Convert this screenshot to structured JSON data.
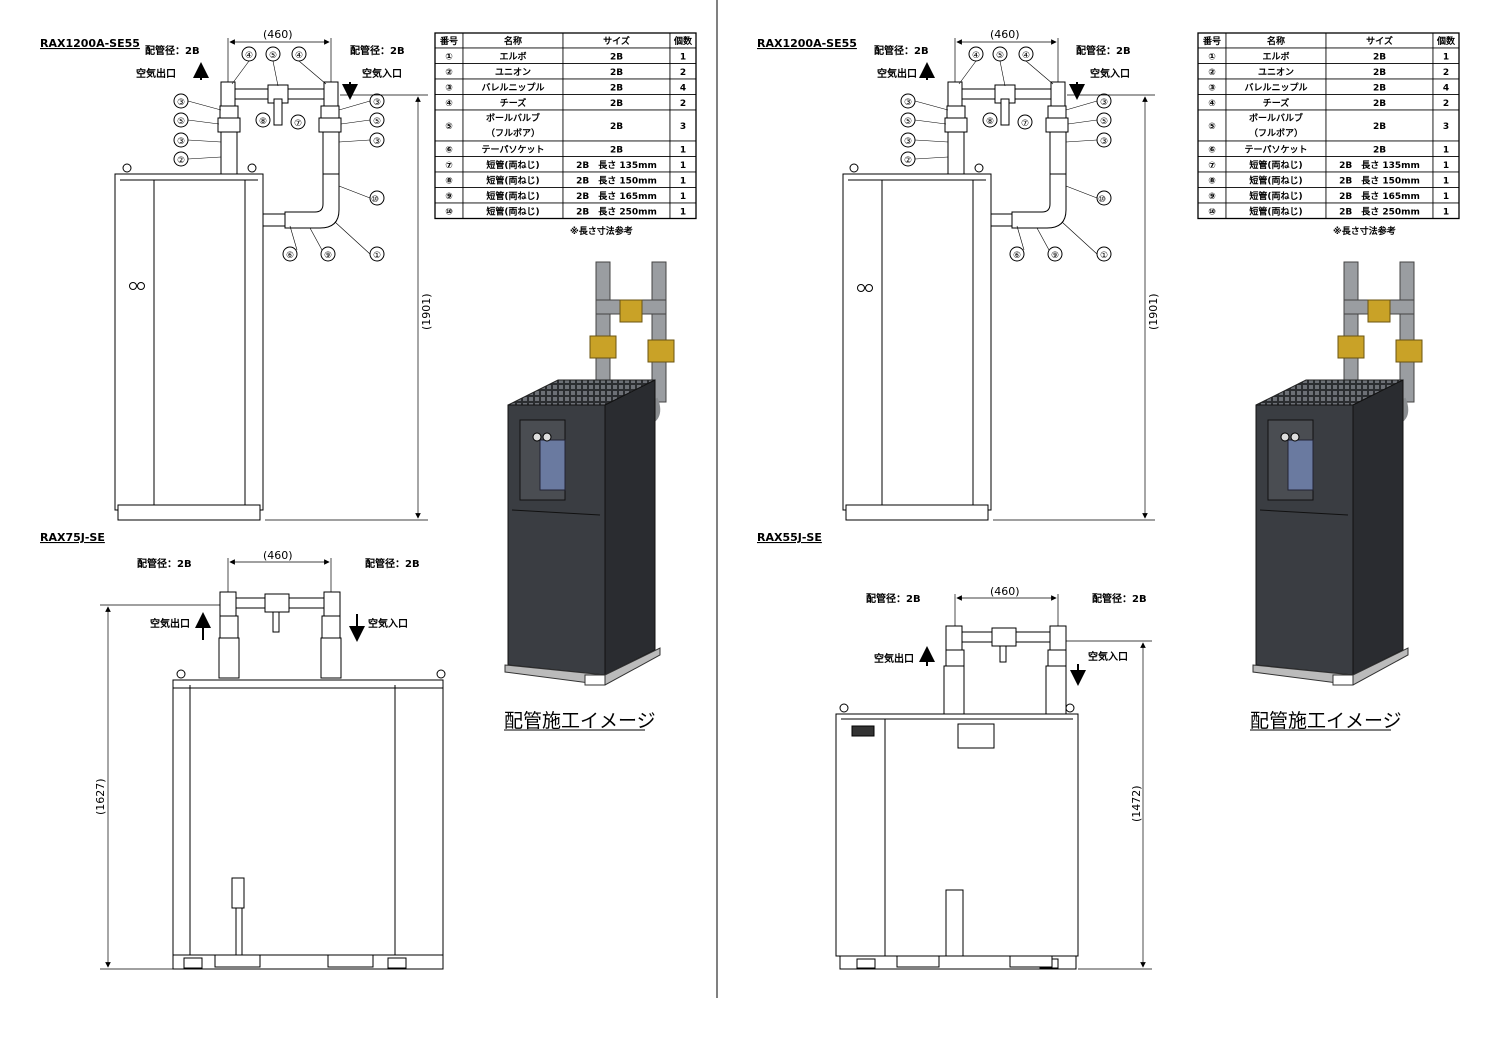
{
  "sheets": [
    {
      "top_model": "RAX1200A-SE55",
      "bottom_model": "RAX75J-SE",
      "pipe_size_label": "配管径：2B",
      "outlet_label": "空気出口",
      "inlet_label": "空気入口",
      "dim_width": "(460)",
      "dim_top_height": "(1901)",
      "dim_bottom_height": "(1627)",
      "caption": "配管施工イメージ",
      "note": "※長さ寸法参考"
    },
    {
      "top_model": "RAX1200A-SE55",
      "bottom_model": "RAX55J-SE",
      "pipe_size_label": "配管径：2B",
      "outlet_label": "空気出口",
      "inlet_label": "空気入口",
      "dim_width": "(460)",
      "dim_top_height": "(1901)",
      "dim_bottom_height": "(1472)",
      "caption": "配管施工イメージ",
      "note": "※長さ寸法参考"
    }
  ],
  "parts_table": {
    "headers": [
      "番号",
      "名称",
      "サイズ",
      "個数"
    ],
    "rows": [
      {
        "no": "①",
        "name": "エルボ",
        "size": "2B",
        "qty": "1"
      },
      {
        "no": "②",
        "name": "ユニオン",
        "size": "2B",
        "qty": "2"
      },
      {
        "no": "③",
        "name": "バレルニップル",
        "size": "2B",
        "qty": "4"
      },
      {
        "no": "④",
        "name": "チーズ",
        "size": "2B",
        "qty": "2"
      },
      {
        "no": "⑤",
        "name": "ボールバルブ",
        "name2": "（フルボア）",
        "size": "2B",
        "qty": "3"
      },
      {
        "no": "⑥",
        "name": "テーパソケット",
        "size": "2B",
        "qty": "1"
      },
      {
        "no": "⑦",
        "name": "短管(両ねじ)",
        "size": "2B　長さ 135mm",
        "qty": "1"
      },
      {
        "no": "⑧",
        "name": "短管(両ねじ)",
        "size": "2B　長さ 150mm",
        "qty": "1"
      },
      {
        "no": "⑨",
        "name": "短管(両ねじ)",
        "size": "2B　長さ 165mm",
        "qty": "1"
      },
      {
        "no": "⑩",
        "name": "短管(両ねじ)",
        "size": "2B　長さ 250mm",
        "qty": "1"
      }
    ]
  },
  "callouts": [
    "①",
    "②",
    "③",
    "④",
    "⑤",
    "⑥",
    "⑦",
    "⑧",
    "⑨",
    "⑩"
  ],
  "colors": {
    "line": "#000000",
    "unit_dark": "#3a3d42",
    "unit_mid": "#5a5e64",
    "valve_brass": "#c9a227",
    "pipe_grey": "#8a8d90"
  }
}
